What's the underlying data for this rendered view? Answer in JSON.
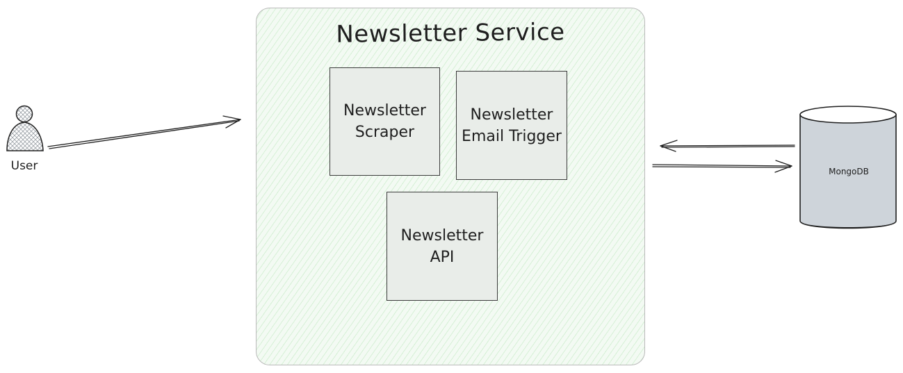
{
  "diagram": {
    "service": {
      "title": "Newsletter Service"
    },
    "components": {
      "scraper": "Newsletter\nScraper",
      "email_trigger": "Newsletter\nEmail Trigger",
      "api": "Newsletter\nAPI"
    },
    "actor": {
      "label": "User"
    },
    "database": {
      "label": "MongoDB"
    }
  },
  "colors": {
    "service_fill": "#f3faf3",
    "service_hatch": "#b2e4b2",
    "component_fill": "#e9ede9",
    "database_fill": "#ced4da",
    "stroke": "#1e1e1e"
  },
  "icons": {
    "actor": "person-icon",
    "database": "cylinder-icon"
  }
}
